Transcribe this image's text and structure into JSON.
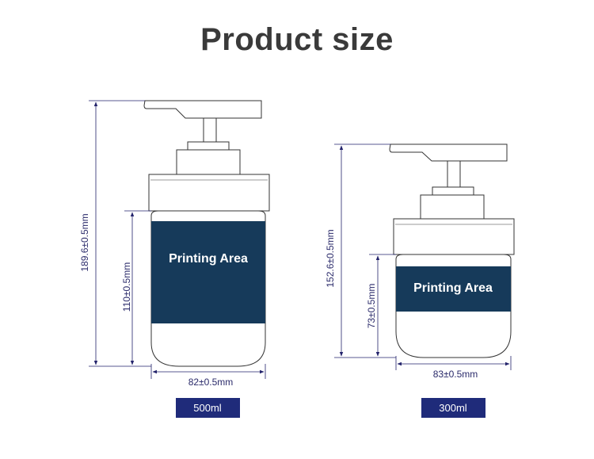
{
  "title": "Product size",
  "colors": {
    "dimension_line": "#23236b",
    "printing_area": "#163a5a",
    "outline": "#333333",
    "label_bg": "#1f2b7a"
  },
  "products": [
    {
      "volume": "500ml",
      "total_height": "189.6±0.5mm",
      "body_height": "110±0.5mm",
      "width": "82±0.5mm",
      "printing_area": "Printing Area"
    },
    {
      "volume": "300ml",
      "total_height": "152.6±0.5mm",
      "body_height": "73±0.5mm",
      "width": "83±0.5mm",
      "printing_area": "Printing Area"
    }
  ]
}
